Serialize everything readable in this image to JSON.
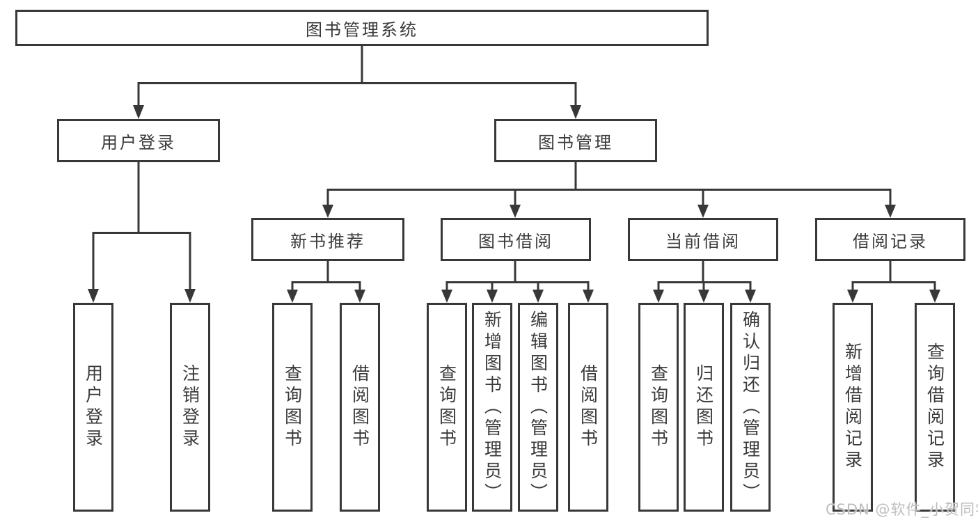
{
  "diagram": {
    "type": "hierarchy-tree",
    "tree": {
      "root": {
        "label": "图书管理系统"
      },
      "branches": [
        {
          "label": "用户登录",
          "children": [
            {
              "label": "用户登录"
            },
            {
              "label": "注销登录"
            }
          ]
        },
        {
          "label": "图书管理",
          "children": [
            {
              "label": "新书推荐",
              "children": [
                {
                  "label": "查询图书"
                },
                {
                  "label": "借阅图书"
                }
              ]
            },
            {
              "label": "图书借阅",
              "children": [
                {
                  "label": "查询图书"
                },
                {
                  "label": "新增图书（管理员）"
                },
                {
                  "label": "编辑图书（管理员）"
                },
                {
                  "label": "借阅图书"
                }
              ]
            },
            {
              "label": "当前借阅",
              "children": [
                {
                  "label": "查询图书"
                },
                {
                  "label": "归还图书"
                },
                {
                  "label": "确认归还（管理员）"
                }
              ]
            },
            {
              "label": "借阅记录",
              "children": [
                {
                  "label": "新增借阅记录"
                },
                {
                  "label": "查询借阅记录"
                }
              ]
            }
          ]
        }
      ]
    },
    "colors": {
      "line": "#383838",
      "box_border": "#383838",
      "text": "#3a3a3a",
      "background": "#ffffff",
      "watermark": "#bdbdbd"
    }
  },
  "watermark": {
    "text": "CSDN @软件_小贺同学"
  }
}
